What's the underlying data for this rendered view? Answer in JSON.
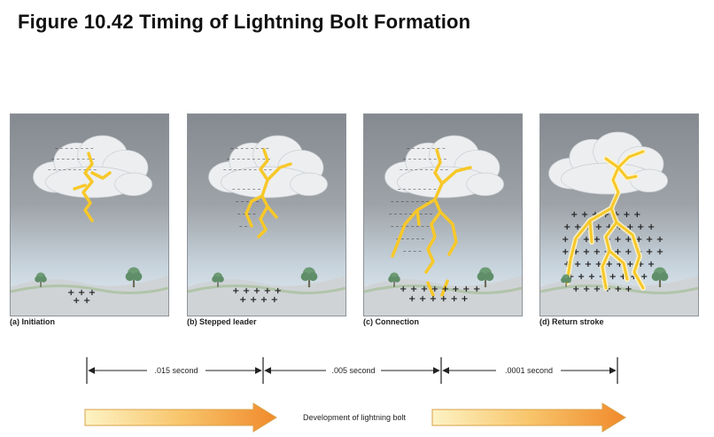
{
  "figure": {
    "title": "Figure 10.42 Timing of Lightning Bolt Formation"
  },
  "panels": [
    {
      "caption": "(a) Initiation"
    },
    {
      "caption": "(b) Stepped leader"
    },
    {
      "caption": "(c) Connection"
    },
    {
      "caption": "(d) Return stroke"
    }
  ],
  "timeline": {
    "intervals": [
      ".015 second",
      ".005 second",
      ".0001 second"
    ],
    "development_label": "Development of lightning bolt"
  },
  "colors": {
    "sky_top": "#8b8f94",
    "sky_bottom": "#dde7ee",
    "cloud": "#eef0f2",
    "ground": "#c9cdd1",
    "bolt": "#f6c92b",
    "arrow_orange": "#f39a3a"
  },
  "icons": [
    "cloud-icon",
    "tree-icon",
    "lightning-bolt-icon",
    "arrow-icon"
  ]
}
